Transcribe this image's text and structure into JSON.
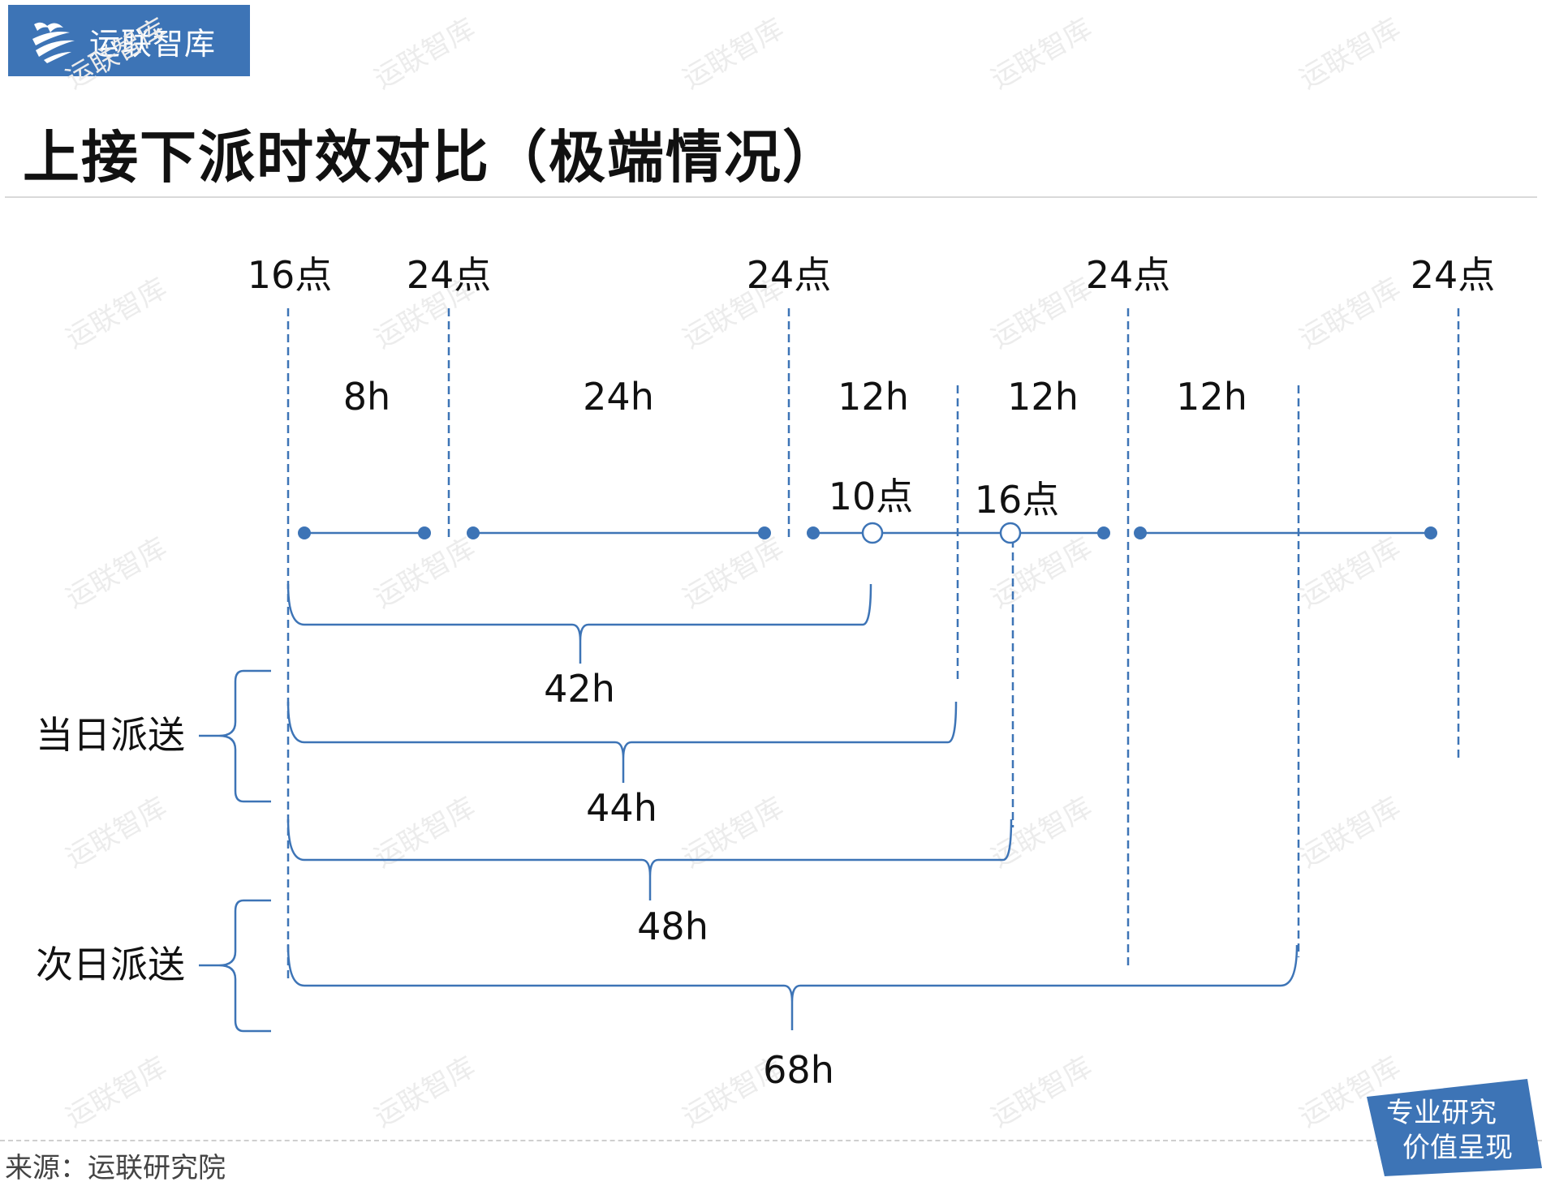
{
  "brand": {
    "name": "运联智库",
    "color": "#3d74b6"
  },
  "title": "上接下派时效对比（极端情况）",
  "source": "来源：运联研究院",
  "badge": {
    "line1": "专业研究",
    "line2": "价值呈现"
  },
  "watermark_text": "运联智库",
  "colors": {
    "accent": "#3d74b6",
    "text": "#111111"
  },
  "diagram": {
    "time_labels": [
      "16点",
      "24点",
      "24点",
      "24点",
      "24点"
    ],
    "duration_labels": [
      "8h",
      "24h",
      "12h",
      "12h",
      "12h"
    ],
    "event_labels": [
      "10点",
      "16点"
    ],
    "bracket_totals": [
      "42h",
      "44h",
      "48h",
      "68h"
    ],
    "groups": [
      "当日派送",
      "次日派送"
    ]
  }
}
